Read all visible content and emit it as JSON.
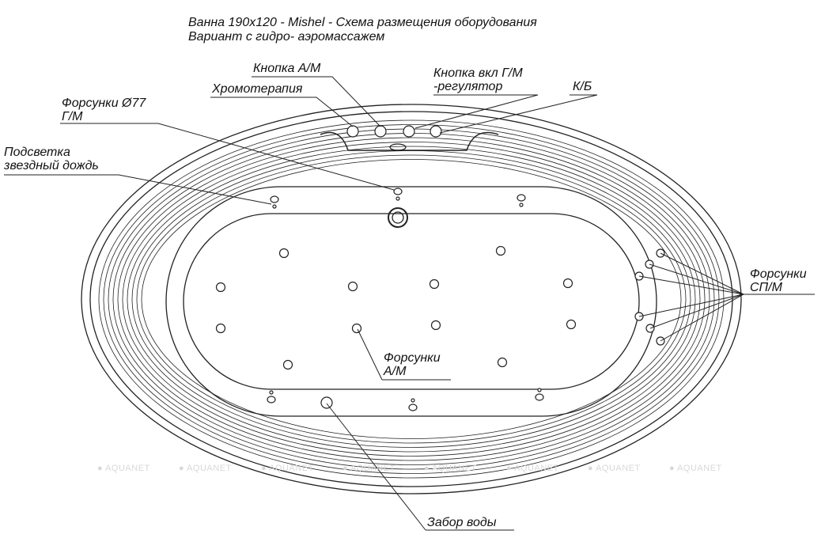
{
  "title": {
    "line1": "Ванна 190x120 - Mishel - Схема размещения оборудования",
    "line2": "Вариант с гидро- аэромассажем"
  },
  "labels": {
    "button_am": "Кнопка А/М",
    "chromotherapy": "Хромотерапия",
    "button_gm_line1": "Кнопка вкл Г/М",
    "button_gm_line2": "-регулятор",
    "kb": "К/Б",
    "jets_gm_line1": "Форсунки Ø77",
    "jets_gm_line2": "Г/М",
    "starlight_line1": "Подсветка",
    "starlight_line2": "звездный дождь",
    "jets_sp_line1": "Форсунки",
    "jets_sp_line2": "СП/М",
    "jets_am_line1": "Форсунки",
    "jets_am_line2": "А/М",
    "water_intake": "Забор воды"
  },
  "watermark": "AQUANET"
}
